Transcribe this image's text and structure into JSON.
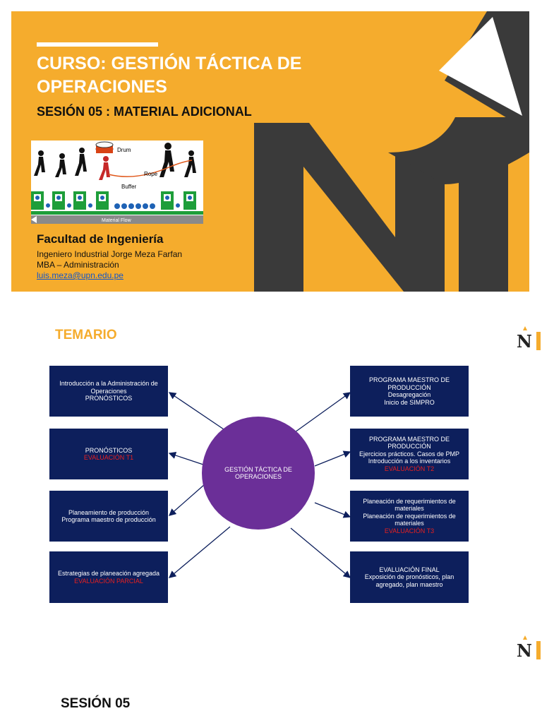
{
  "slide1": {
    "title": "CURSO: GESTIÓN TÁCTICA DE OPERACIONES",
    "subtitle": "SESIÓN 05 : MATERIAL ADICIONAL",
    "diagram_labels": {
      "drum": "Drum",
      "rope": "Rope",
      "buffer": "Buffer",
      "flow": "Material Flow"
    },
    "faculty": "Facultad de Ingeniería",
    "instructor": "Ingeniero Industrial Jorge Meza Farfan",
    "degree": "MBA – Administración",
    "email": "luis.meza@upn.edu.pe"
  },
  "slide2": {
    "title": "TEMARIO",
    "center": "GESTIÓN TÁCTICA DE OPERACIONES",
    "left_boxes": [
      {
        "lines": [
          "Introducción a la Administración de Operaciones",
          "PRONÓSTICOS"
        ],
        "eval": ""
      },
      {
        "lines": [
          "PRONÓSTICOS"
        ],
        "eval": "EVALUACIÓN T1"
      },
      {
        "lines": [
          "Planeamiento de producción",
          "Programa maestro de producción"
        ],
        "eval": ""
      },
      {
        "lines": [
          "Estrategias de planeación agregada"
        ],
        "eval": "EVALUACIÓN PARCIAL"
      }
    ],
    "right_boxes": [
      {
        "lines": [
          "PROGRAMA MAESTRO DE PRODUCCIÓN",
          "Desagregación",
          "Inicio de SIMPRO"
        ],
        "eval": ""
      },
      {
        "lines": [
          "PROGRAMA MAESTRO DE PRODUCCIÓN",
          "Ejercicios prácticos. Casos de PMP",
          "Introducción a los inventarios"
        ],
        "eval": "EVALUACIÓN T2"
      },
      {
        "lines": [
          "Planeación de requerimientos de materiales",
          "Planeación de requerimientos de materiales"
        ],
        "eval": "EVALUACIÓN T3"
      },
      {
        "lines": [
          "EVALUACIÓN FINAL",
          "Exposición de pronósticos, plan agregado, plan maestro"
        ],
        "eval": ""
      }
    ]
  },
  "slide3": {
    "title": "SESIÓN 05"
  },
  "colors": {
    "brand_orange": "#f5ac2d",
    "navy": "#0d1f5c",
    "purple": "#6b2f98",
    "red": "#e8201f",
    "dark": "#3a3a3a"
  }
}
